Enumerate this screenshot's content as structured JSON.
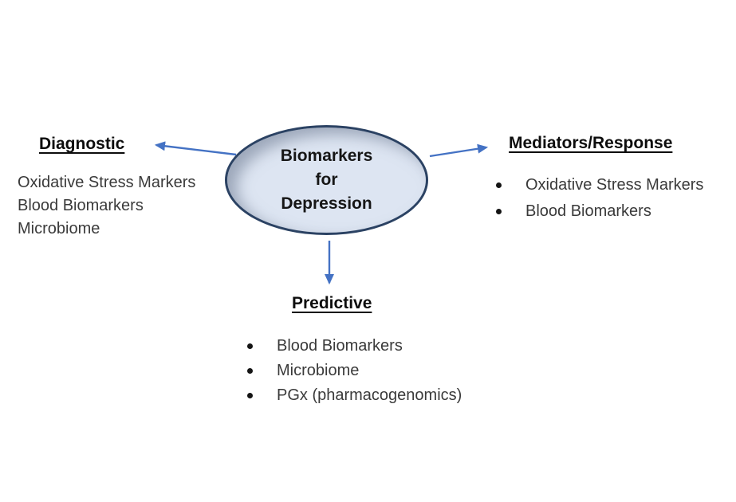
{
  "central_node": {
    "line1": "Biomarkers",
    "line2": "for",
    "line3": "Depression"
  },
  "sections": {
    "diagnostic": {
      "title": "Diagnostic",
      "items": [
        "Oxidative Stress Markers",
        "Blood Biomarkers",
        "Microbiome"
      ]
    },
    "mediators_response": {
      "title": "Mediators/Response",
      "items": [
        "Oxidative Stress Markers",
        "Blood Biomarkers"
      ]
    },
    "predictive": {
      "title": "Predictive",
      "items": [
        "Blood Biomarkers",
        "Microbiome",
        "PGx (pharmacogenomics)"
      ]
    }
  },
  "colors": {
    "arrow_blue": "#4472c4",
    "ellipse_fill": "#dde5f2",
    "ellipse_border": "#2b4263",
    "heading_text": "#0d0d0d",
    "body_text": "#3a3a3a"
  }
}
